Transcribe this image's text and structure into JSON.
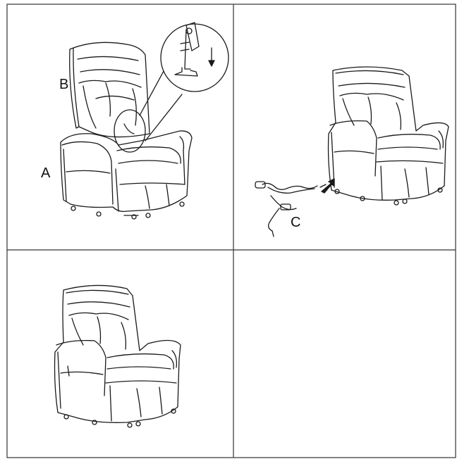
{
  "labels": {
    "a": "A",
    "b": "B",
    "c": "C"
  },
  "colors": {
    "line": "#1a1a1a",
    "grid": "#333333",
    "background": "#ffffff"
  },
  "icons": {
    "arrow_down": "arrow-down-icon",
    "arrow_plug": "arrow-plug-icon"
  }
}
